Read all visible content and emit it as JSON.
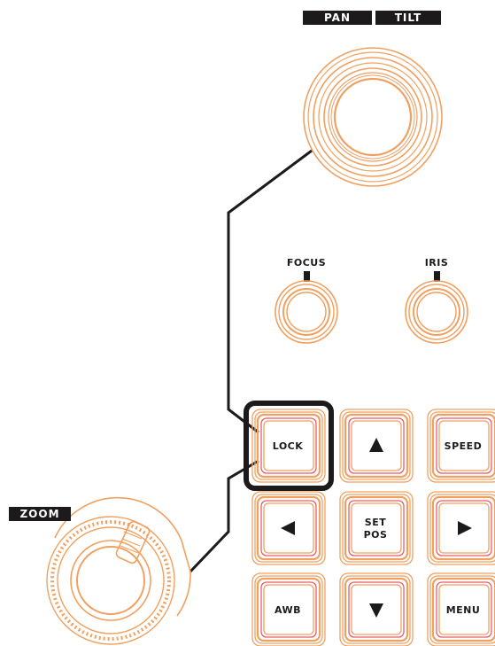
{
  "labels": {
    "pan": "PAN",
    "tilt": "TILT",
    "focus": "FOCUS",
    "iris": "IRIS",
    "zoom": "ZOOM"
  },
  "buttons": {
    "lock": "LOCK",
    "speed": "SPEED",
    "set_pos_line1": "SET",
    "set_pos_line2": "POS",
    "awb": "AWB",
    "menu": "MENU"
  },
  "icons": {
    "up": "triangle-up-icon",
    "left": "triangle-left-icon",
    "right": "triangle-right-icon",
    "down": "triangle-down-icon"
  },
  "colors": {
    "accent_orange": "#f0a060",
    "accent_pink": "#e85a6a",
    "dark": "#1c1a1a"
  }
}
